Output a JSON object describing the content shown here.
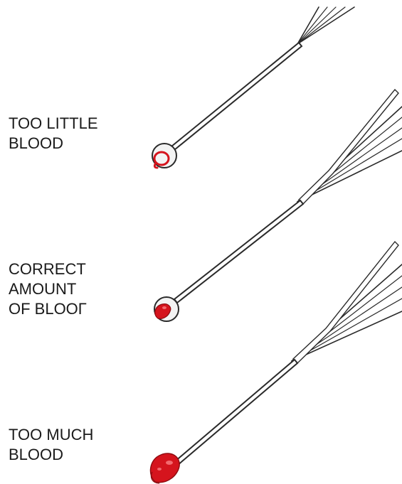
{
  "colors": {
    "blood": "#d5141d",
    "blood_highlight": "#f26a6f",
    "outline": "#2a2a2a",
    "glass_fill": "#f3f3f3",
    "needle_fill": "#ffffff"
  },
  "samples": [
    {
      "label_lines": [
        "TOO LITTLE",
        "BLOOD"
      ],
      "blood_amount": "too little",
      "icon": "needle-tip-icon"
    },
    {
      "label_lines": [
        "CORRECT",
        "AMOUNT",
        "OF BLOOГ"
      ],
      "blood_amount": "correct",
      "icon": "needle-tip-icon"
    },
    {
      "label_lines": [
        "TOO MUCH",
        "BLOOD"
      ],
      "blood_amount": "too much",
      "icon": "needle-tip-icon"
    }
  ]
}
